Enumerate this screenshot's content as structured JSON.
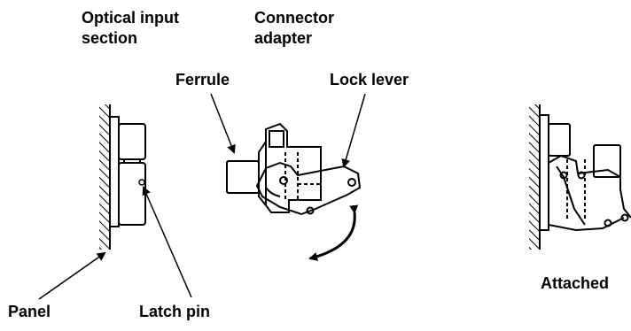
{
  "labels": {
    "optical_input_section_line1": "Optical input",
    "optical_input_section_line2": "section",
    "connector_adapter_line1": "Connector",
    "connector_adapter_line2": "adapter",
    "ferrule": "Ferrule",
    "lock_lever": "Lock lever",
    "attached": "Attached",
    "panel": "Panel",
    "latch_pin": "Latch pin"
  },
  "colors": {
    "ink": "#000000",
    "background": "#ffffff"
  }
}
